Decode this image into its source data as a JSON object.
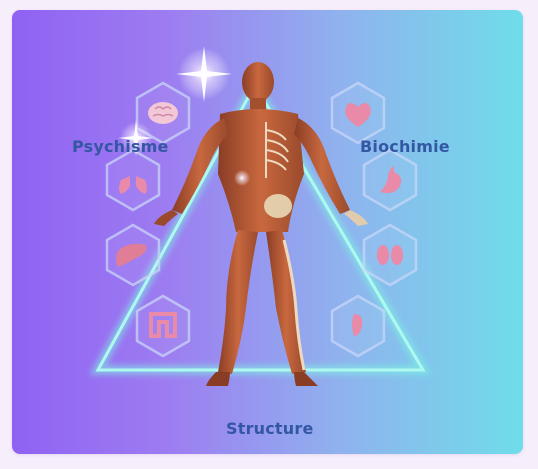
{
  "labels": {
    "psychisme": "Psychisme",
    "biochimie": "Biochimie",
    "structure": "Structure"
  },
  "figure": {
    "subject": "human-anatomy-figure",
    "left_icons": [
      "brain-icon",
      "lungs-icon",
      "liver-icon",
      "intestine-icon"
    ],
    "right_icons": [
      "heart-icon",
      "stomach-icon",
      "kidneys-icon",
      "uterus-icon"
    ]
  },
  "colors": {
    "gradient_start": "#8f62f3",
    "gradient_end": "#6fdde9",
    "triangle_glow": "#7ef2e4",
    "label_text": "#3457a3",
    "organ_fill": "#e98aa8"
  }
}
